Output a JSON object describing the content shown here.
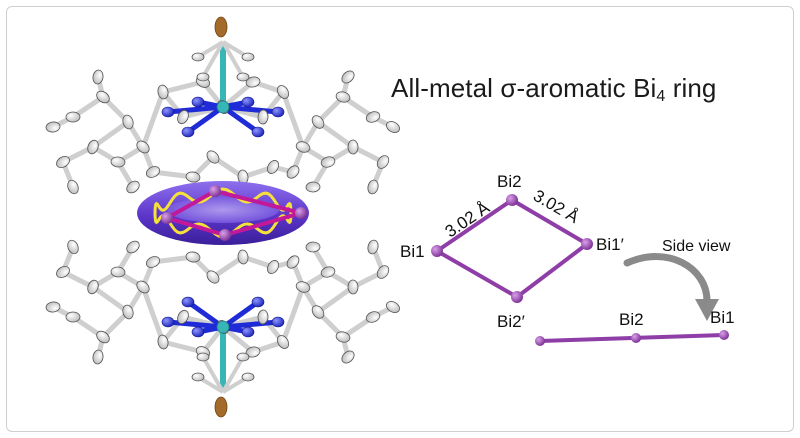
{
  "title": {
    "prefix": "All-metal σ-aromatic Bi",
    "subscript": "4",
    "suffix": " ring"
  },
  "top_view": {
    "atoms": {
      "bi1": "Bi1",
      "bi2": "Bi2",
      "bi1p": "Bi1′",
      "bi2p": "Bi2′"
    },
    "bond_length_left": "3.02 Å",
    "bond_length_right": "3.02 Å"
  },
  "side_view": {
    "caption": "Side view",
    "atom_bi2": "Bi2",
    "atom_bi1": "Bi1"
  },
  "colors": {
    "bismuth": "#8e3ea6",
    "ring_purple": "#6a3fcf",
    "ring_wave": "#f5e13a",
    "nitrogen": "#1f2bd6",
    "metal_teal": "#38b6b6",
    "bronze": "#a46a2a",
    "bond_gray": "#d4d4d4",
    "arrow_gray": "#8a8a8a"
  },
  "icons": {
    "rotation_arrow": "curved-arrow-icon"
  }
}
